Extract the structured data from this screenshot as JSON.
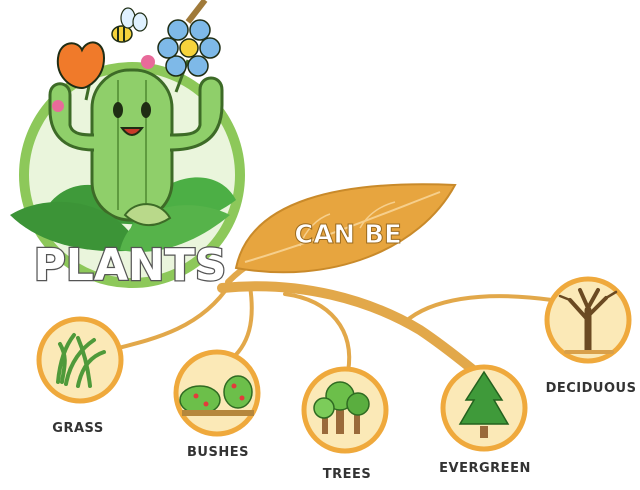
{
  "title": "PLANTS",
  "connector": "CAN BE",
  "colors": {
    "branch": "#e2a84a",
    "branch_dark": "#c98a2a",
    "leaf": "#e7a53f",
    "circle_fill": "#fbe9b7",
    "circle_ring": "#efa93c",
    "cactus": "#8fcf6a",
    "cactus_dark": "#5f9b3f",
    "label": "#333333"
  },
  "categories": [
    {
      "label": "GRASS",
      "icon": "grass-icon"
    },
    {
      "label": "BUSHES",
      "icon": "bush-icon"
    },
    {
      "label": "TREES",
      "icon": "tree-icon"
    },
    {
      "label": "EVERGREEN",
      "icon": "evergreen-tree-icon"
    },
    {
      "label": "DECIDUOUS",
      "icon": "deciduous-tree-icon"
    }
  ]
}
